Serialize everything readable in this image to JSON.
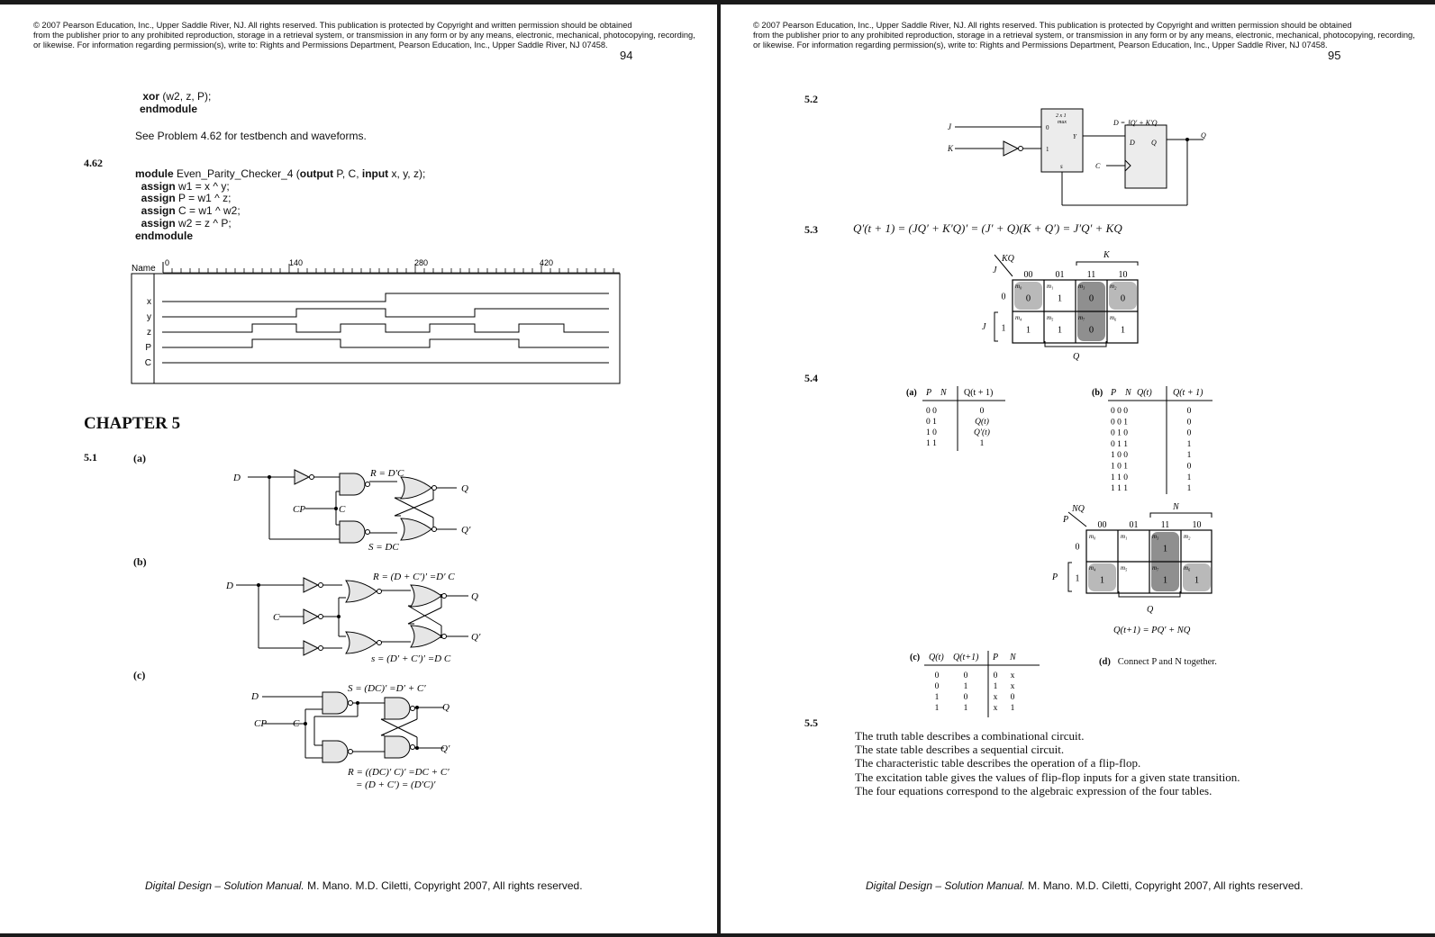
{
  "copyright": [
    "© 2007 Pearson Education, Inc., Upper Saddle River, NJ.  All rights reserved. This publication is protected by Copyright and written permission should be obtained",
    "from the publisher prior to any prohibited reproduction, storage in a retrieval system,  or transmission in any form or by any means, electronic, mechanical, photocopying, recording,",
    "or  likewise.  For information regarding permission(s), write to:  Rights and Permissions Department, Pearson Education, Inc., Upper Saddle River, NJ 07458."
  ],
  "footer": {
    "title": "Digital Design – Solution Manual.",
    "rest": " M. Mano. M.D. Ciletti, Copyright 2007, All rights reserved."
  },
  "left": {
    "page_number": "94",
    "code1": [
      {
        "kw": "xor",
        "rest": " (w2, z, P);"
      },
      {
        "kw": "endmodule",
        "rest": ""
      }
    ],
    "see_problem": "See Problem 4.62 for testbench and waveforms.",
    "sec462": "4.62",
    "code2": [
      {
        "pre": "",
        "kw": "module",
        "rest": " Even_Parity_Checker_4 (",
        "kw2": "output",
        "rest2": "  P, C, ",
        "kw3": "input",
        "rest3": " x, y, z);"
      },
      {
        "pre": "  ",
        "kw": "assign",
        "rest": " w1 = x ^ y;"
      },
      {
        "pre": "  ",
        "kw": "assign",
        "rest": " P = w1 ^ z;"
      },
      {
        "pre": "  ",
        "kw": "assign",
        "rest": " C = w1 ^ w2;"
      },
      {
        "pre": "  ",
        "kw": "assign",
        "rest": " w2 = z ^ P;"
      },
      {
        "pre": "",
        "kw": "endmodule",
        "rest": ""
      }
    ],
    "waveform": {
      "name_label": "Name",
      "ticks": [
        "0",
        "140",
        "280",
        "420"
      ],
      "signals": [
        "x",
        "y",
        "z",
        "P",
        "C"
      ]
    },
    "chapter": "CHAPTER 5",
    "sec51": "5.1",
    "part_a": "(a)",
    "part_b": "(b)",
    "part_c": "(c)",
    "circuit_a": {
      "D": "D",
      "CP": "CP",
      "C": "C",
      "R": "R = D′C",
      "S": "S = DC",
      "Q": "Q",
      "Qp": "Q′"
    },
    "circuit_b": {
      "D": "D",
      "C": "C",
      "R": "R = (D + C′)′ =D′ C",
      "S": "s = (D′ + C′)′ =D C",
      "Q": "Q",
      "Qp": "Q′"
    },
    "circuit_c": {
      "D": "D",
      "CP": "CP",
      "C": "C",
      "S": "S = (DC)′ =D′ + C′",
      "R1": "R = ((DC)′ C)′ =DC + C′",
      "R2": "= (D + C′) = (D′C)′",
      "Q": "Q",
      "Qp": "Q′"
    }
  },
  "right": {
    "page_number": "95",
    "sec52": "5.2",
    "fig52": {
      "J": "J",
      "K": "K",
      "mux": "2 x 1",
      "mux2": "mux",
      "zero": "0",
      "one": "1",
      "Y": "Y",
      "s": "s",
      "C": "C",
      "D": "D",
      "Qi": "Q",
      "Dexpr": "D = JQ′ + K′Q",
      "Q": "Q"
    },
    "sec53": "5.3",
    "eq53": "Q′(t + 1) = (JQ′ + K′Q)′ = (J′ + Q)(K + Q′) = J′Q′ + KQ",
    "kmap53": {
      "corner_top": "KQ",
      "corner_left": "J",
      "K": "K",
      "Q": "Q",
      "J": "J",
      "cols": [
        "00",
        "01",
        "11",
        "10"
      ],
      "rows": [
        "0",
        "1"
      ],
      "minterms": [
        [
          "m₀",
          "m₁",
          "m₃",
          "m₂"
        ],
        [
          "m₄",
          "m₅",
          "m₇",
          "m₆"
        ]
      ],
      "cells": [
        [
          "0",
          "1",
          "0",
          "0"
        ],
        [
          "1",
          "1",
          "0",
          "1"
        ]
      ]
    },
    "sec54": "5.4",
    "table_a": {
      "label": "(a)",
      "headers": [
        "P",
        "N",
        "Q(t + 1)"
      ],
      "rows": [
        [
          "0 0",
          "0"
        ],
        [
          "0 1",
          "Q(t)"
        ],
        [
          "1 0",
          "Q′(t)"
        ],
        [
          "1 1",
          "1"
        ]
      ]
    },
    "table_b": {
      "label": "(b)",
      "headers": [
        "P",
        "N",
        "Q(t)",
        "Q(t + 1)"
      ],
      "rows": [
        [
          "0 0 0",
          "0"
        ],
        [
          "0 0 1",
          "0"
        ],
        [
          "0 1 0",
          "0"
        ],
        [
          "0 1 1",
          "1"
        ],
        [
          "1 0 0",
          "1"
        ],
        [
          "1 0 1",
          "0"
        ],
        [
          "1 1 0",
          "1"
        ],
        [
          "1 1 1",
          "1"
        ]
      ]
    },
    "kmap54": {
      "corner_top": "NQ",
      "corner_left": "P",
      "N": "N",
      "Q": "Q",
      "P": "P",
      "cols": [
        "00",
        "01",
        "11",
        "10"
      ],
      "rows": [
        "0",
        "1"
      ],
      "minterms": [
        [
          "m₀",
          "m₁",
          "m₃",
          "m₂"
        ],
        [
          "m₄",
          "m₅",
          "m₇",
          "m₆"
        ]
      ],
      "cells": [
        [
          "",
          "",
          "1",
          ""
        ],
        [
          "1",
          "",
          "1",
          "1"
        ]
      ],
      "eq": "Q(t+1) = PQ′ + NQ"
    },
    "table_c": {
      "label": "(c)",
      "headers": [
        "Q(t)",
        "Q(t+1)",
        "P",
        "N"
      ],
      "rows": [
        [
          "0",
          "0",
          "0",
          "x"
        ],
        [
          "0",
          "1",
          "1",
          "x"
        ],
        [
          "1",
          "0",
          "x",
          "0"
        ],
        [
          "1",
          "1",
          "x",
          "1"
        ]
      ]
    },
    "part_d": {
      "label": "(d)",
      "text": "Connect P and N together."
    },
    "sec55": "5.5",
    "para55": [
      "The truth table describes a combinational circuit.",
      "The state table describes a sequential circuit.",
      "The characteristic table describes the operation of a flip-flop.",
      "The excitation table gives the values of flip-flop inputs for a given state transition.",
      "The four equations correspond to the algebraic expression of the four tables."
    ]
  }
}
